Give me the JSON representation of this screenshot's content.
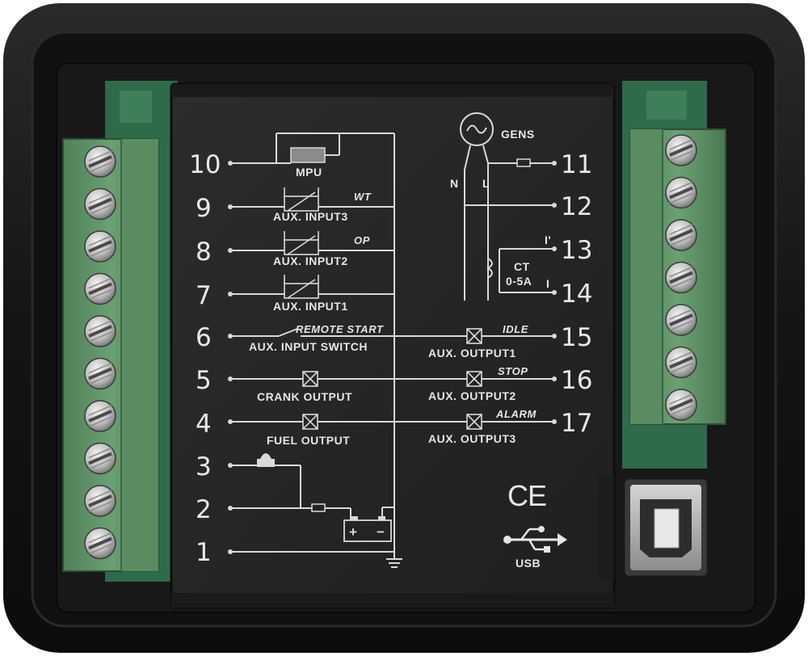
{
  "colors": {
    "bezel": "#141414",
    "panel": "#262626",
    "terminal_green": "#5e9466",
    "pcb_green": "#2f6b4a",
    "print": "#e6e6e6"
  },
  "left_pins": [
    "10",
    "9",
    "8",
    "7",
    "6",
    "5",
    "4",
    "3",
    "2",
    "1"
  ],
  "right_pins": [
    "11",
    "12",
    "13",
    "14",
    "15",
    "16",
    "17"
  ],
  "labels": {
    "mpu": "MPU",
    "wt": "WT",
    "aux_input3": "AUX. INPUT3",
    "op": "OP",
    "aux_input2": "AUX. INPUT2",
    "aux_input1": "AUX. INPUT1",
    "remote_start": "REMOTE START",
    "aux_input_switch": "AUX. INPUT SWITCH",
    "crank_output": "CRANK OUTPUT",
    "fuel_output": "FUEL OUTPUT",
    "gens": "GENS",
    "n": "N",
    "l": "L",
    "ct": "CT",
    "ct_range": "0-5A",
    "idle": "IDLE",
    "aux_output1": "AUX. OUTPUT1",
    "stop": "STOP",
    "aux_output2": "AUX. OUTPUT2",
    "alarm": "ALARM",
    "aux_output3": "AUX. OUTPUT3",
    "ce": "CE",
    "usb": "USB",
    "ct_mark_top": "I'",
    "ct_mark_bottom": "I"
  },
  "icons": [
    "generator-symbol-icon",
    "usb-icon",
    "battery-icon",
    "ground-icon",
    "horn-icon",
    "ce-mark-icon",
    "screw-icon"
  ]
}
